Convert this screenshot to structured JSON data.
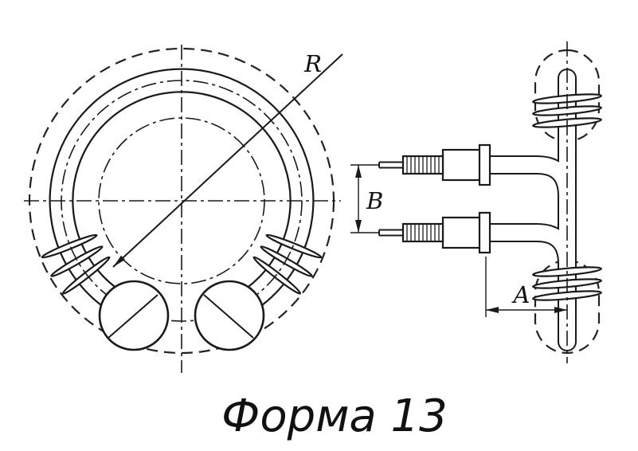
{
  "caption": "Форма 13",
  "dimension_labels": {
    "radius": "R",
    "vertical_spacing": "B",
    "horizontal_offset": "A"
  },
  "colors": {
    "line": "#1a1a1a",
    "background": "#ffffff"
  }
}
